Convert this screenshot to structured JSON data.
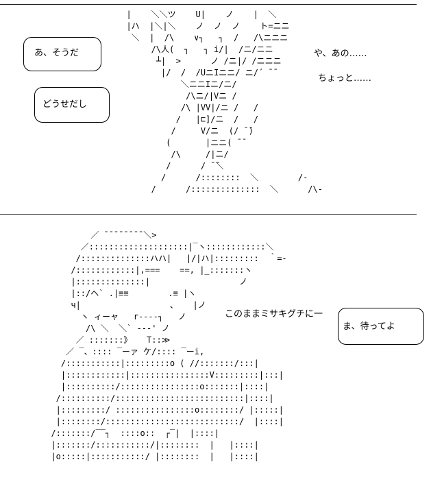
{
  "panel1": {
    "bubble_left_top": "あ、そうだ",
    "bubble_left_bottom": "どうせだし",
    "right_line1": "や、あの……",
    "right_line2": "ちょっと……",
    "art_figure": "  |    ＼＼ツ    U|    ノ    |  ＼\n  |ハ  |＼|＼    ノ  ノ  ノ    ト=ニニ\n   ＼  |  /\\    ∨┐   ┐  /   /\\ニニニ\n       /\\人(  ┐   ┐ i/|  /ニ/ニニ\n        ┴|  >      ノ /ニ|/ /ニニニ\n         |/  /  /UニIニニ/ ニ/´ ̄ ̄\n             ＼ニニIニ/ニ/\n              /\\ニ/|Vニ /\n             /\\ |VV|/ニ /   /\n            /   |⊏]/ニ  /   /\n           /     V/ニ  (/ ̄ ̄)\n          (       |ニニ( ̄ ̄\n           /\\     /|ニ/\n          /      / ̄ ̄＼\n         /      /::::::::  ＼        /‐\n       /      /::::::::::::::  ＼      /\\‐"
  },
  "panel2": {
    "narration": "このままミサキグチに一",
    "bubble_text": "ま、待ってよ",
    "art_figure": "          ／ ̄ ̄ ̄ ̄ ̄ ̄ ̄ ̄ ＼>\n        ／::::::::::::::::::::|‾ヽ::::::::::::＼\n       /::::::::::::::ハハ|   |/|ハ|:::::::::  ｀=‐\n      /::::::::::::|,===    ==, |_:::::::ヽ\n      |::::::::::::::|                  ノ\n      |::/ヘ` .|≡≡        .≡ |ヽ\n      ч|                  、   |ノ\n        ヽ ィーャ   r‐‐‐‐┐   ノ\n         /\\ ＼  ＼` ‐‐‐' ノ\n       ／ :::::::》   T::≫\n     ／ ‾、:::: ‾ーァ ケ/:::: ‾ーi,\n    /:::::::::::|:::::::::o ( //:::::::/:::|\n    |::::::::::::|::::::::::::::::V:::::::::|:::|\n    |::::::::::/::::::::::::::::o:::::::|::::|\n   /::::::::::/::::::::::::::::::::::::::|::::|\n   |:::::::::/ ::::::::::::::::o::::::::/ |:::::|\n   |::::::::/:::::::::::::::::::::::::::/  |::::|\n  /:::::::/‾‾┐  ::::o::  ┌‾|  |::::|\n  |:::::::/:::::::::::/|::::::::  |   |::::|\n  |o:::::|:::::::::::/ |::::::::  |   |::::|"
  }
}
